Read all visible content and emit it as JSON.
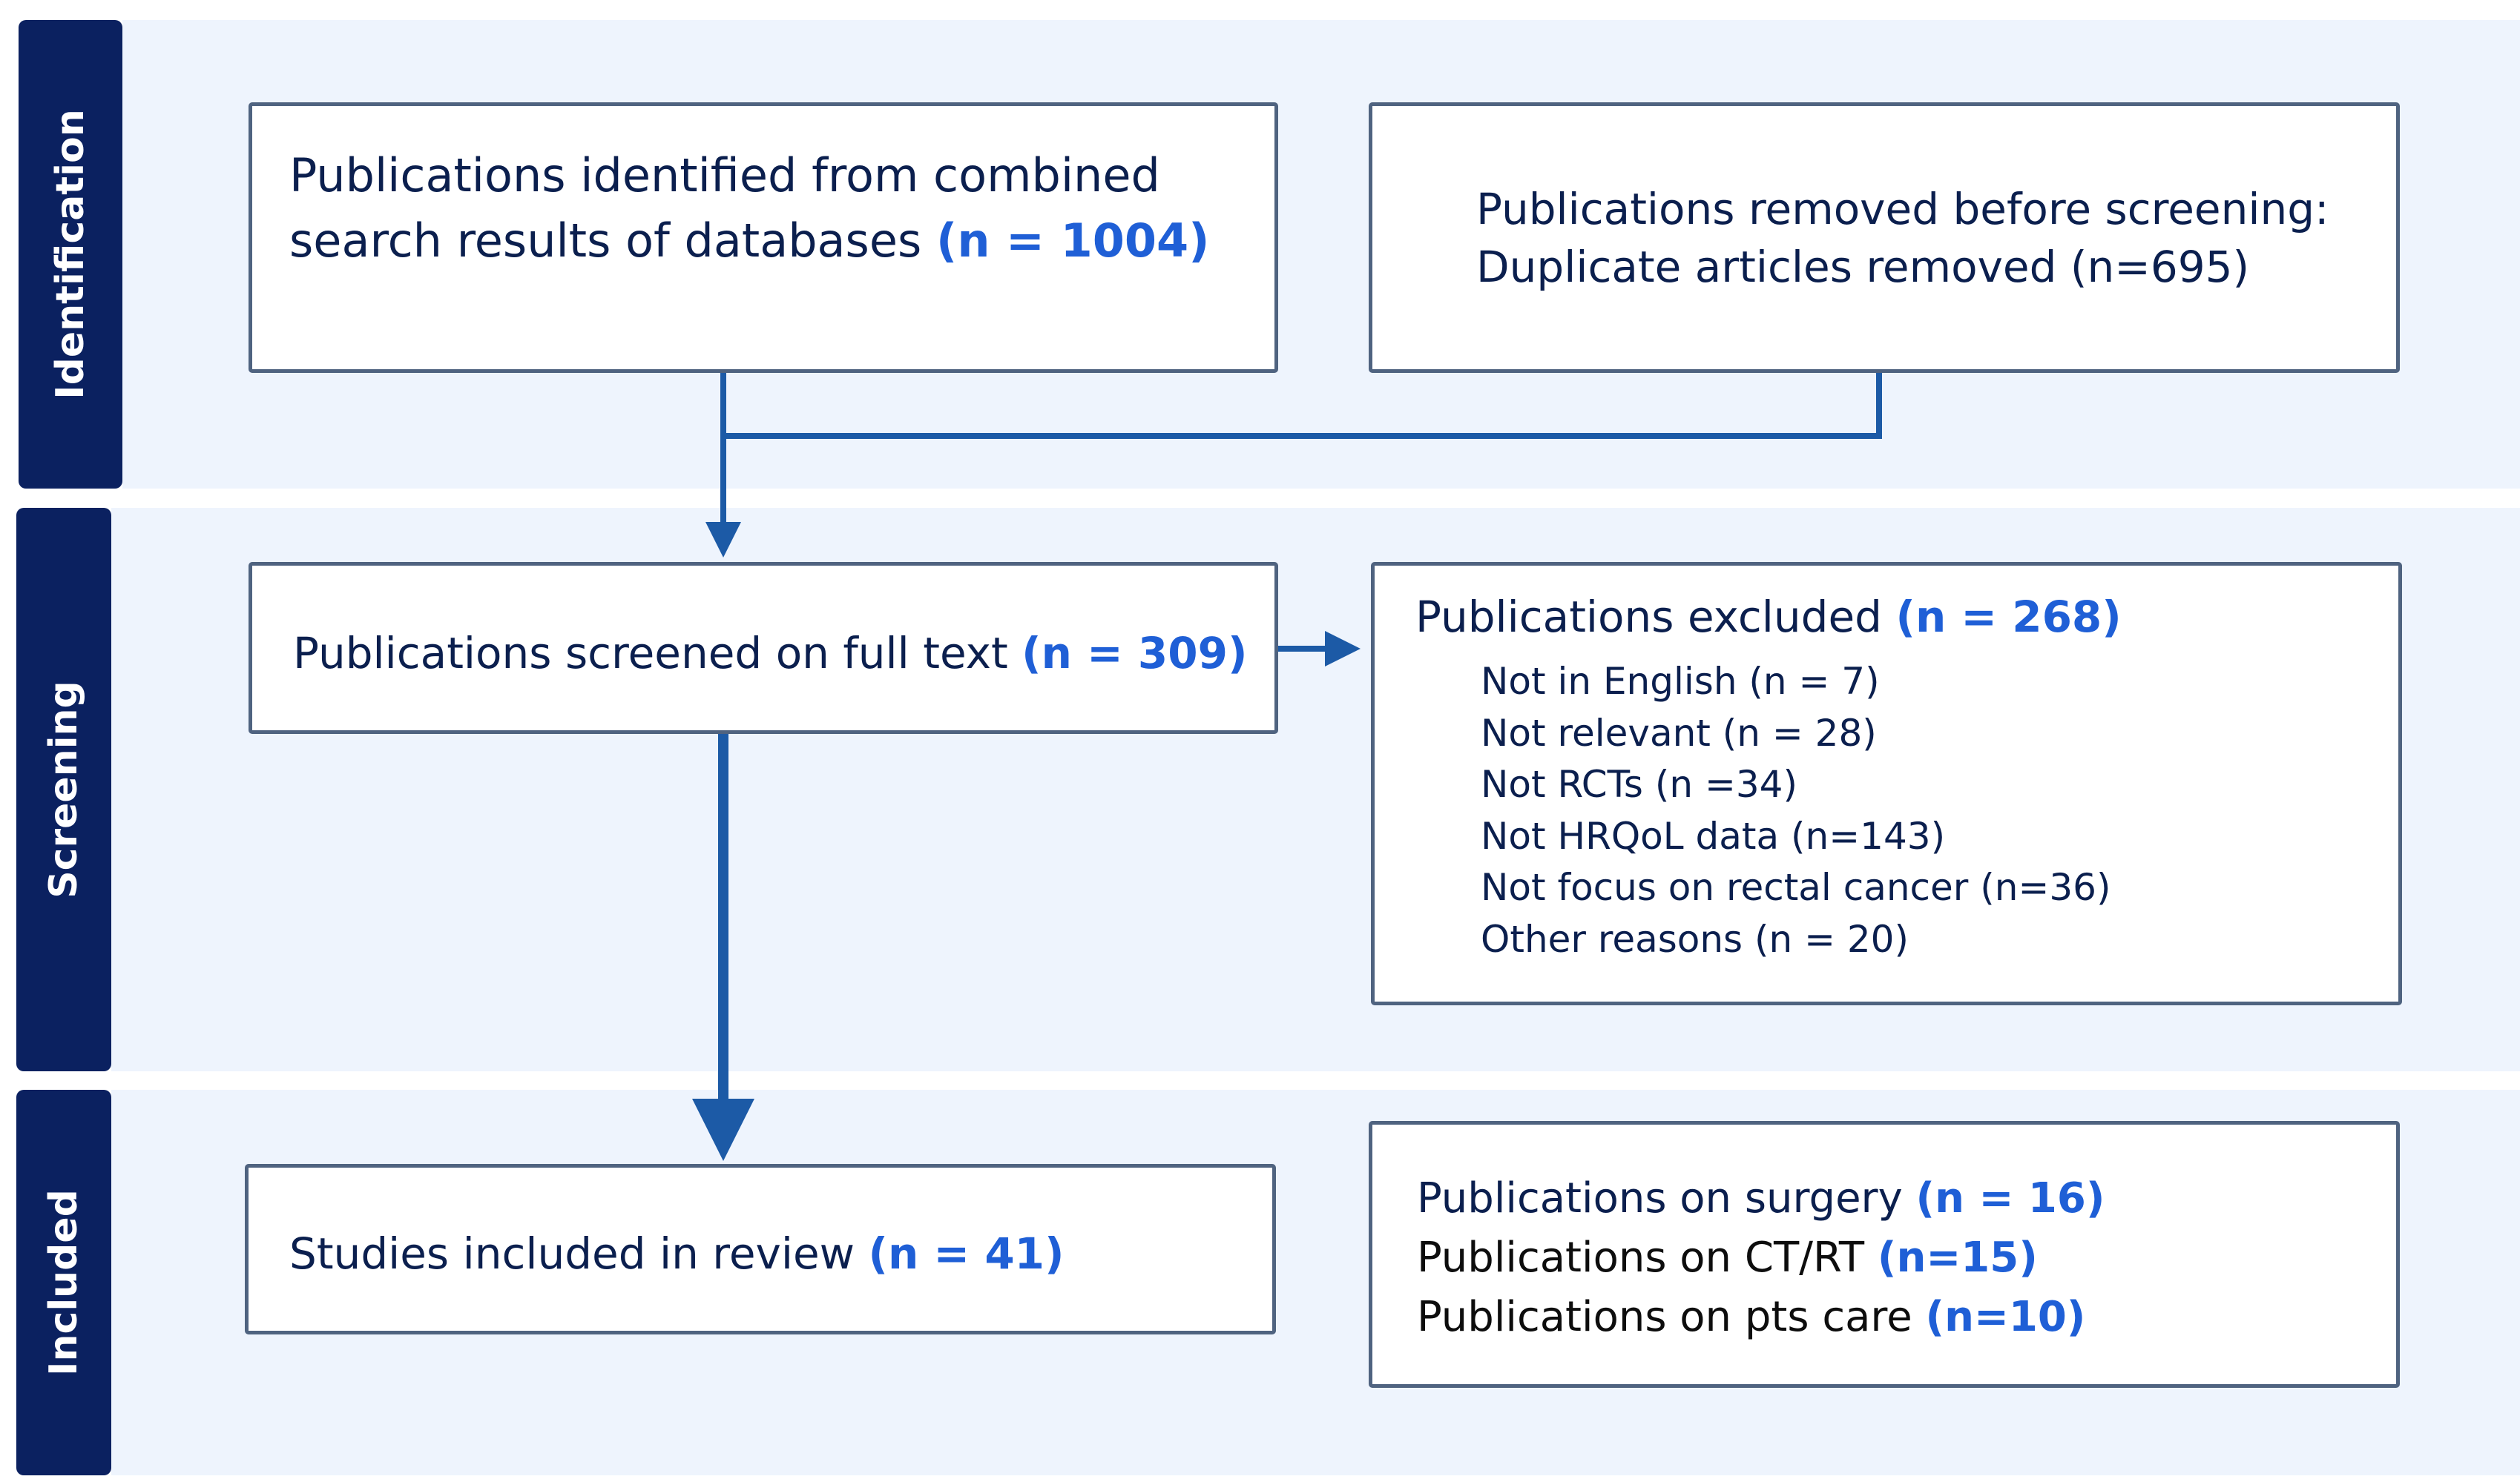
{
  "phases": {
    "identification": "Identification",
    "screening": "Screening",
    "included": "Included"
  },
  "identified": {
    "line1": "Publications identified from combined",
    "line2": "search results of databases ",
    "count": "(n = 1004)"
  },
  "removed": {
    "line1": "Publications removed before screening:",
    "line2": "Duplicate articles removed (n=695)"
  },
  "screened": {
    "label": "Publications screened on full text ",
    "count": "(n = 309)"
  },
  "excluded": {
    "label": "Publications excluded ",
    "count": "(n = 268)",
    "reasons": [
      "Not in English (n = 7)",
      "Not relevant (n = 28)",
      "Not RCTs (n =34)",
      "Not HRQoL data (n=143)",
      "Not focus on rectal cancer (n=36)",
      "Other reasons (n = 20)"
    ]
  },
  "included_box": {
    "label": "Studies included in review ",
    "count": "(n = 41)"
  },
  "subgroups": [
    {
      "label": "Publications on surgery ",
      "count": "(n = 16)"
    },
    {
      "label": "Publications on CT/RT ",
      "count": "(n=15)"
    },
    {
      "label": "Publications on pts care ",
      "count": "(n=10)"
    }
  ],
  "colors": {
    "band": "#eef4fd",
    "sidebar": "#0b2160",
    "arrow": "#1c5aa6",
    "highlight": "#1f5fd6"
  }
}
